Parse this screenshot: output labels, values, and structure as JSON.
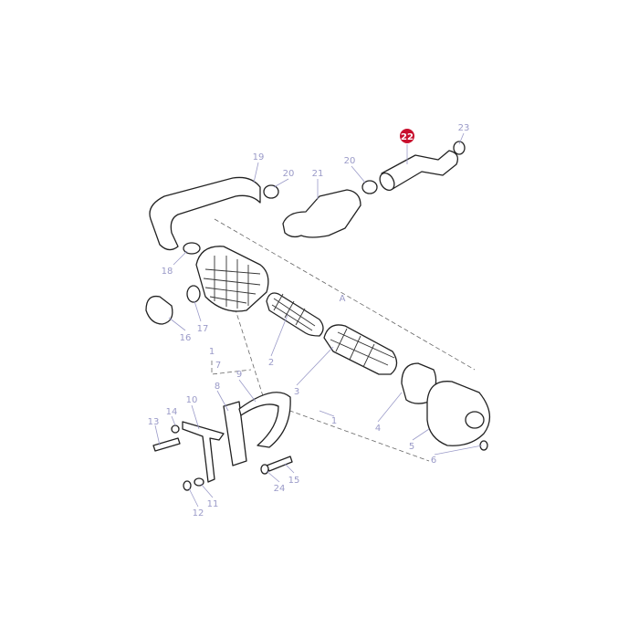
{
  "diagram": {
    "highlight_color": "#c8102e",
    "label_color": "#9a9ac8",
    "highlighted_label": "22",
    "labels": [
      {
        "text": "19"
      },
      {
        "text": "20"
      },
      {
        "text": "21"
      },
      {
        "text": "20"
      },
      {
        "text": "23"
      },
      {
        "text": "18"
      },
      {
        "text": "17"
      },
      {
        "text": "16"
      },
      {
        "text": "A"
      },
      {
        "text": "2"
      },
      {
        "text": "3"
      },
      {
        "text": "1"
      },
      {
        "text": "7"
      },
      {
        "text": "9"
      },
      {
        "text": "8"
      },
      {
        "text": "10"
      },
      {
        "text": "14"
      },
      {
        "text": "13"
      },
      {
        "text": "1"
      },
      {
        "text": "4"
      },
      {
        "text": "5"
      },
      {
        "text": "6"
      },
      {
        "text": "15"
      },
      {
        "text": "24"
      },
      {
        "text": "11"
      },
      {
        "text": "12"
      }
    ]
  }
}
